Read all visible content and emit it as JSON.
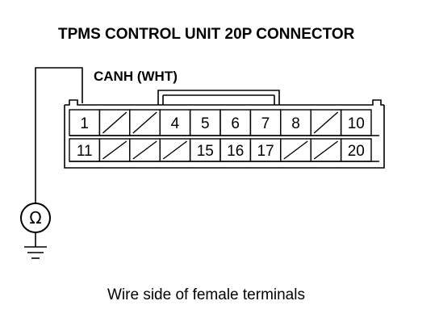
{
  "title": "TPMS CONTROL UNIT 20P CONNECTOR",
  "wire_label": "CANH (WHT)",
  "caption": "Wire side of female terminals",
  "meter_symbol": "Ω",
  "connector": {
    "top_row": [
      "1",
      "",
      "",
      "4",
      "5",
      "6",
      "7",
      "8",
      "",
      "10"
    ],
    "bottom_row": [
      "11",
      "",
      "",
      "",
      "15",
      "16",
      "17",
      "",
      "",
      "20"
    ]
  }
}
